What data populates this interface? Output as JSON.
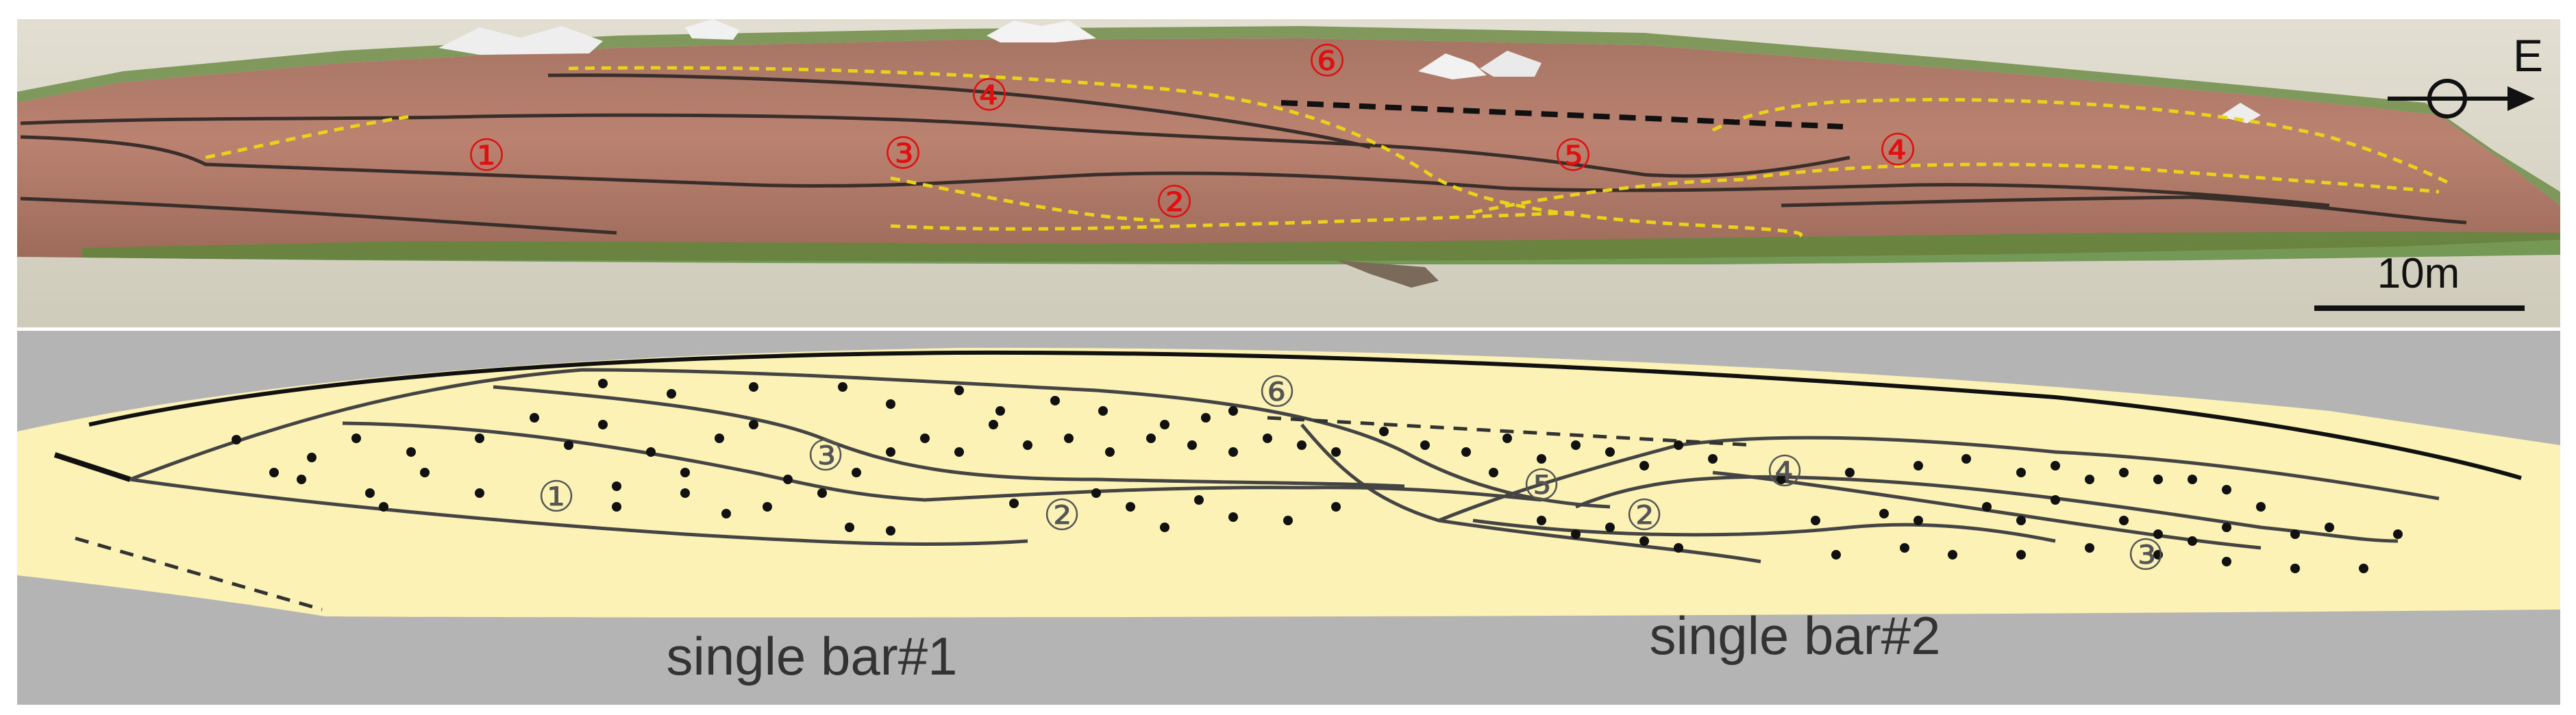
{
  "photo": {
    "unit_labels": [
      {
        "id": "photo-unit-1",
        "text": "①"
      },
      {
        "id": "photo-unit-3",
        "text": "③"
      },
      {
        "id": "photo-unit-4a",
        "text": "④"
      },
      {
        "id": "photo-unit-2",
        "text": "②"
      },
      {
        "id": "photo-unit-6",
        "text": "⑥"
      },
      {
        "id": "photo-unit-5",
        "text": "⑤"
      },
      {
        "id": "photo-unit-4b",
        "text": "④"
      }
    ],
    "direction_label": "E",
    "scale_label": "10m"
  },
  "sketch": {
    "unit_labels": [
      {
        "id": "sketch-unit-6",
        "text": "⑥"
      },
      {
        "id": "sketch-unit-3a",
        "text": "③"
      },
      {
        "id": "sketch-unit-1",
        "text": "①"
      },
      {
        "id": "sketch-unit-2a",
        "text": "②"
      },
      {
        "id": "sketch-unit-5",
        "text": "⑤"
      },
      {
        "id": "sketch-unit-2b",
        "text": "②"
      },
      {
        "id": "sketch-unit-4",
        "text": "④"
      },
      {
        "id": "sketch-unit-3b",
        "text": "③"
      }
    ],
    "captions": [
      "single bar#1",
      "single bar#2"
    ]
  },
  "colors": {
    "rock": "#b27a68",
    "rock_dark": "#8e5a4a",
    "vegetation": "#5f8a3c",
    "sky": "#d6d3c4",
    "sand": "#fcf2b5",
    "gray_bg": "#b4b4b4",
    "boundary_yellow": "#e8d21a",
    "label_red": "#e01010",
    "line_dark": "#333333"
  }
}
